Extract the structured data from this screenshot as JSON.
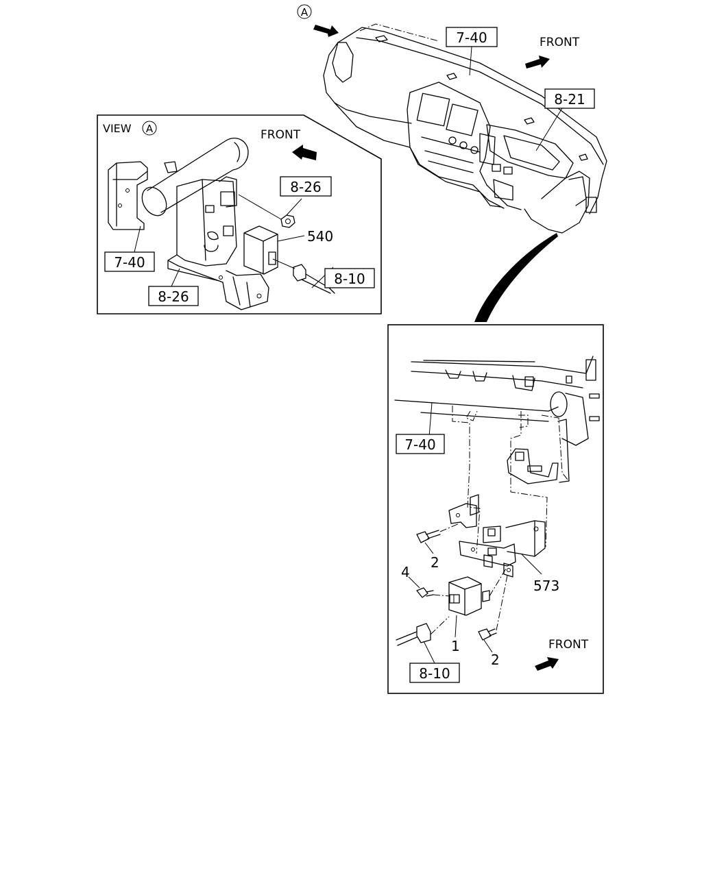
{
  "top": {
    "marker": "A",
    "refs": {
      "ref_7_40": "7-40",
      "ref_8_21": "8-21"
    },
    "front_label": "FRONT"
  },
  "view_a": {
    "title": "VIEW",
    "marker": "A",
    "front_label": "FRONT",
    "refs": {
      "ref_8_26_top": "8-26",
      "ref_7_40": "7-40",
      "ref_8_10": "8-10",
      "ref_8_26_bottom": "8-26"
    },
    "parts": {
      "p540": "540"
    }
  },
  "detail": {
    "front_label": "FRONT",
    "refs": {
      "ref_7_40": "7-40",
      "ref_8_10": "8-10"
    },
    "parts": {
      "p2_upper": "2",
      "p4": "4",
      "p573": "573",
      "p1": "1",
      "p2_lower": "2"
    }
  }
}
